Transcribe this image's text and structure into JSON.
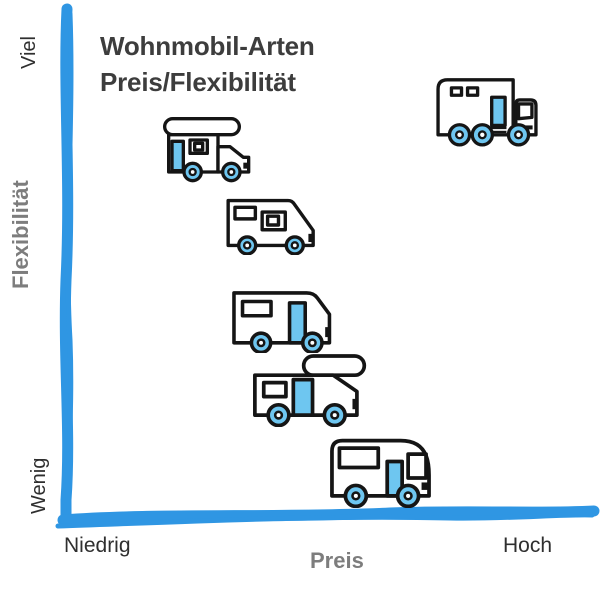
{
  "title": {
    "line1": "Wohnmobil-Arten",
    "line2": "Preis/Flexibilität"
  },
  "y_axis": {
    "label": "Flexibilität",
    "top_label": "Viel",
    "bottom_label": "Wenig"
  },
  "x_axis": {
    "label": "Preis",
    "left_label": "Niedrig",
    "right_label": "Hoch"
  },
  "colors": {
    "axis_stroke": "#2f96e3",
    "icon_fill": "#6ec6f0",
    "icon_outline": "#151515",
    "title_text": "#3d3d3d",
    "axis_title_text": "#7d7d7d",
    "end_label_text": "#2f2f2f",
    "background": "#ffffff"
  },
  "chart_data": {
    "type": "scatter",
    "title": "Wohnmobil-Arten Preis/Flexibilität",
    "xlabel": "Preis",
    "ylabel": "Flexibilität",
    "x_axis_endpoints": [
      "Niedrig",
      "Hoch"
    ],
    "y_axis_endpoints": [
      "Wenig",
      "Viel"
    ],
    "x_range": [
      0,
      1
    ],
    "y_range": [
      0,
      1
    ],
    "grid": false,
    "legend": false,
    "style": "hand-drawn blue axes, motorhome icons as data markers",
    "points": [
      {
        "icon": "pickup-camper",
        "x": 0.24,
        "y": 0.72
      },
      {
        "icon": "campervan",
        "x": 0.37,
        "y": 0.57
      },
      {
        "icon": "semi-integrated-motorhome",
        "x": 0.39,
        "y": 0.38
      },
      {
        "icon": "alcove-motorhome",
        "x": 0.44,
        "y": 0.24
      },
      {
        "icon": "integrated-motorhome",
        "x": 0.58,
        "y": 0.08
      },
      {
        "icon": "liner-truck-motorhome",
        "x": 0.79,
        "y": 0.8
      }
    ]
  }
}
